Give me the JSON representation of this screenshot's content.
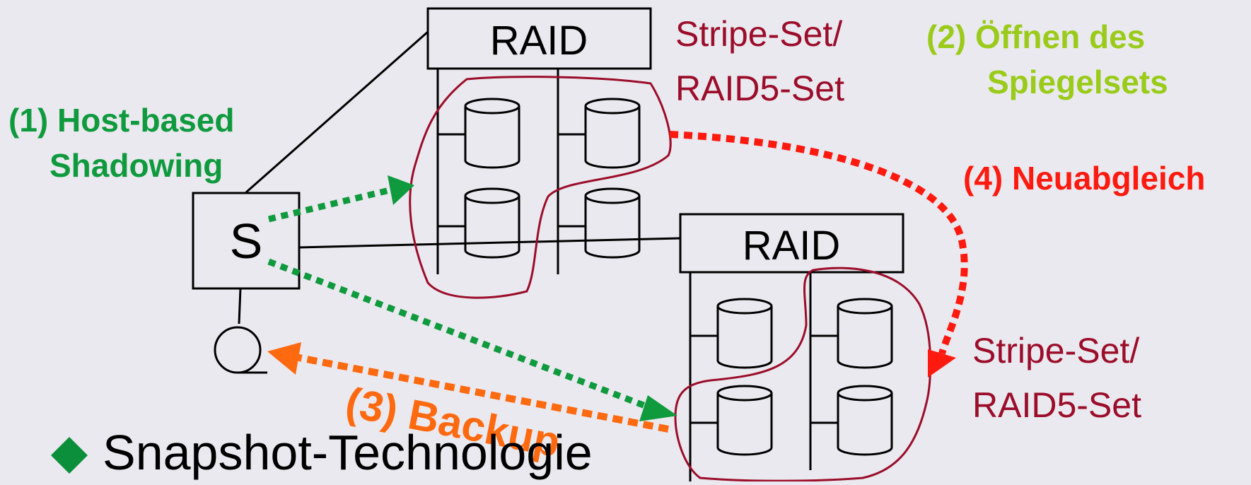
{
  "boxes": {
    "raid_top": "RAID",
    "raid_bottom": "RAID",
    "server": "S"
  },
  "labels": {
    "stripe_set_top": [
      "Stripe-Set/",
      "RAID5-Set"
    ],
    "stripe_set_bottom": [
      "Stripe-Set/",
      "RAID5-Set"
    ],
    "step1": [
      "(1) Host-based",
      "Shadowing"
    ],
    "step2": [
      "(2) Öffnen des",
      "Spiegelsets"
    ],
    "step3": "(3) Backup",
    "step4": "(4) Neuabgleich"
  },
  "bullet": {
    "text": "Snapshot-Technologie",
    "marker_color": "#0b8f3a"
  },
  "colors": {
    "background": "#eae9ef",
    "step1": "#0f9a3e",
    "step2": "#9acb1a",
    "step3": "#ff6a10",
    "step4": "#ff1a10",
    "stripe_set": "#9b0d2a",
    "lines": "#000000"
  },
  "icons": {
    "disk": "cylinder",
    "tape": "tape-reel",
    "bullet": "diamond"
  }
}
